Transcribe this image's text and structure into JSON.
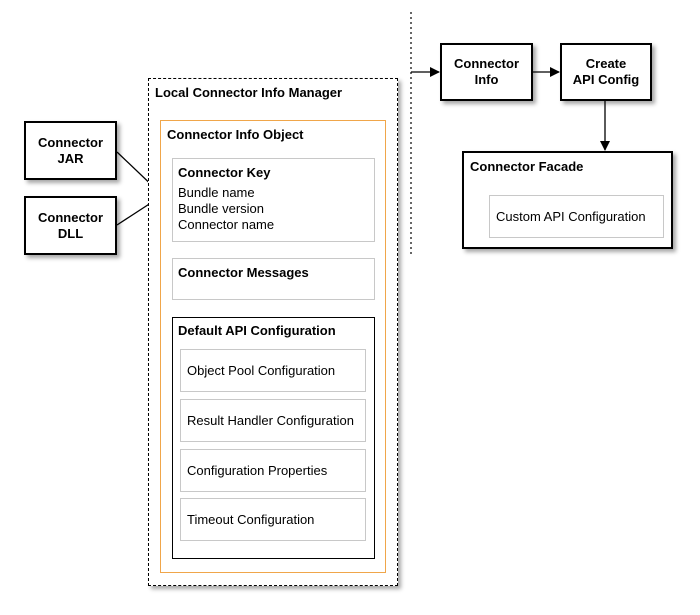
{
  "manager": {
    "title": "Local Connector Info Manager"
  },
  "info_object": {
    "title": "Connector Info Object"
  },
  "connector_key": {
    "title": "Connector Key",
    "lines": [
      "Bundle name",
      "Bundle version",
      "Connector name"
    ]
  },
  "connector_messages": {
    "title": "Connector Messages"
  },
  "default_api_config": {
    "title": "Default API Configuration",
    "items": [
      "Object Pool Configuration",
      "Result Handler Configuration",
      "Configuration Properties",
      "Timeout Configuration"
    ]
  },
  "inputs": {
    "jar": "Connector\nJAR",
    "dll": "Connector\nDLL"
  },
  "flow": {
    "connector_info": "Connector\nInfo",
    "create_api_config": "Create\nAPI Config"
  },
  "facade": {
    "title": "Connector Facade",
    "custom_config": "Custom API Configuration"
  },
  "colors": {
    "orange_border": "#f0a64a",
    "black": "#000000",
    "grey_border": "#c8c8c8"
  }
}
